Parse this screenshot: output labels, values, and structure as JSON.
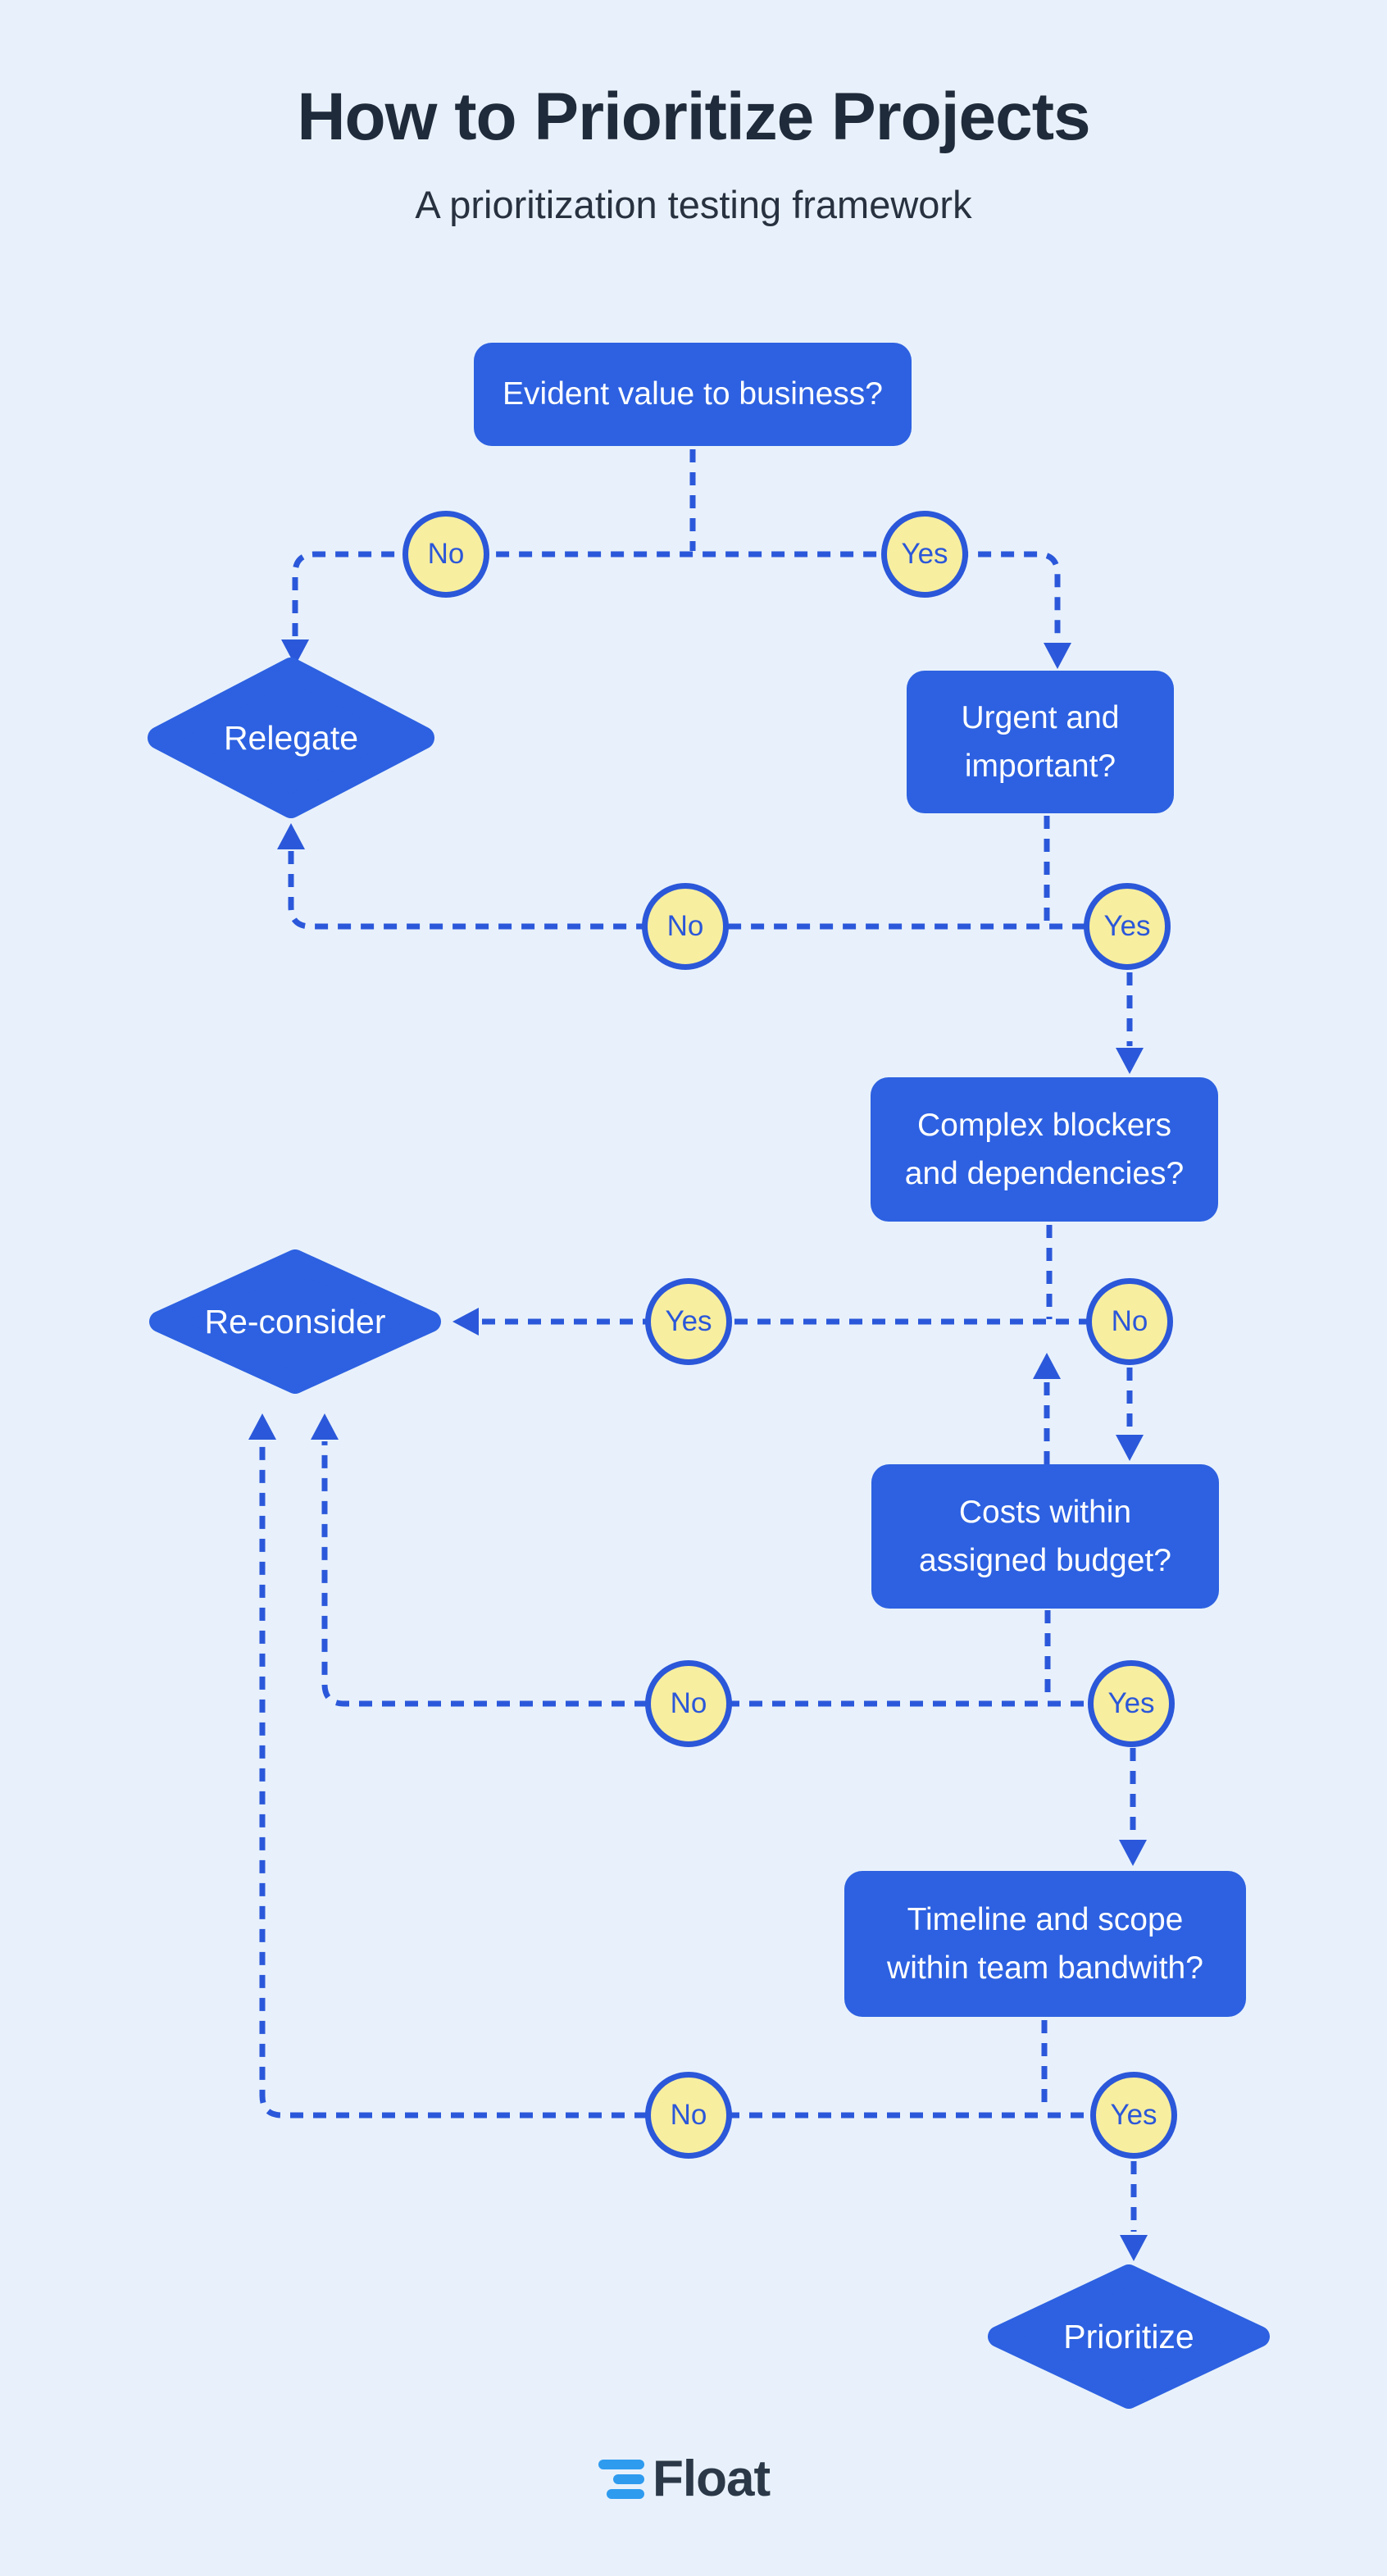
{
  "header": {
    "title": "How to Prioritize Projects",
    "subtitle": "A prioritization testing framework"
  },
  "nodes": {
    "q1": {
      "label": "Evident value to business?",
      "type": "question"
    },
    "q2": {
      "label": "Urgent and\nimportant?",
      "type": "question"
    },
    "q3": {
      "label": "Complex blockers\nand dependencies?",
      "type": "question"
    },
    "q4": {
      "label": "Costs within\nassigned budget?",
      "type": "question"
    },
    "q5": {
      "label": "Timeline and scope\nwithin team bandwith?",
      "type": "question"
    },
    "relegate": {
      "label": "Relegate",
      "type": "outcome"
    },
    "reconsider": {
      "label": "Re-consider",
      "type": "outcome"
    },
    "prioritize": {
      "label": "Prioritize",
      "type": "outcome"
    }
  },
  "answers": {
    "r1_no": "No",
    "r1_yes": "Yes",
    "r2_no": "No",
    "r2_yes": "Yes",
    "r3_yes": "Yes",
    "r3_no": "No",
    "r4_no": "No",
    "r4_yes": "Yes",
    "r5_no": "No",
    "r5_yes": "Yes"
  },
  "footer": {
    "brand": "Float"
  },
  "colors": {
    "bg": "#e8f1fb",
    "box_blue": "#2d61e1",
    "line_blue": "#2b58da",
    "circle_yellow": "#f7ee9f",
    "circle_blue": "#2b57d9",
    "title_navy": "#1f2a3a",
    "logo_navy": "#2b3847",
    "logo_light_blue": "#2e9bef"
  }
}
